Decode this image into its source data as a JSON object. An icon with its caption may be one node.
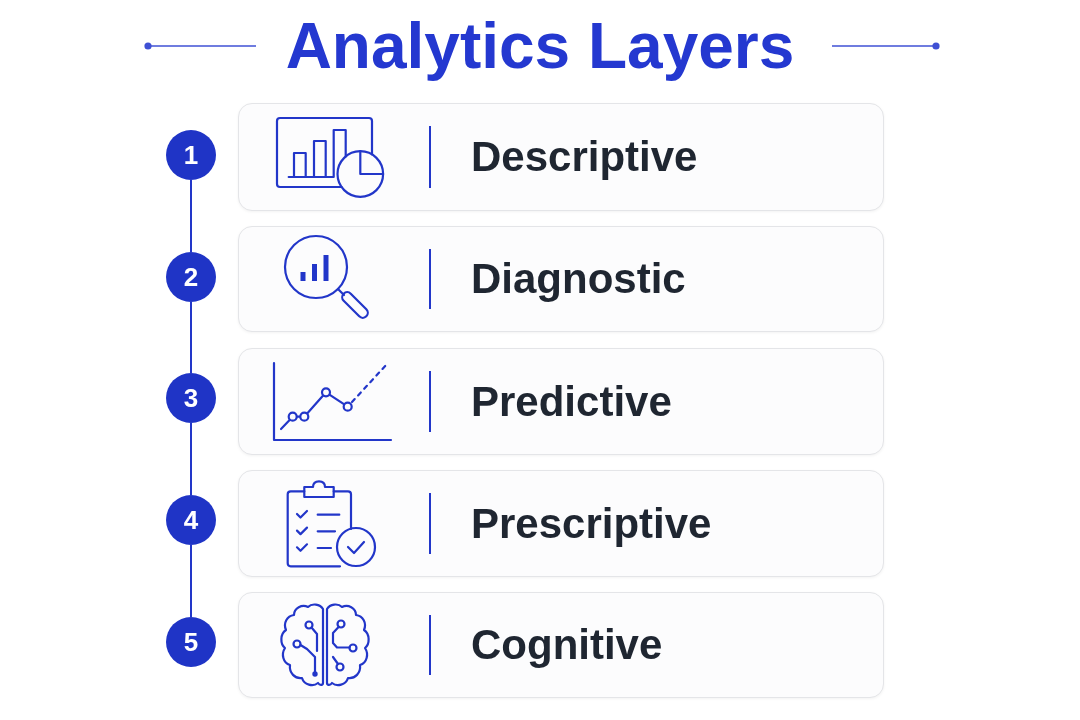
{
  "diagram": {
    "title": "Analytics Layers",
    "nodes": [
      {
        "text": [
          "1"
        ]
      },
      {
        "text": [
          "Descriptive"
        ]
      },
      {
        "text": [
          "2"
        ]
      },
      {
        "text": [
          "Diagnostic"
        ]
      },
      {
        "text": [
          "3"
        ]
      },
      {
        "text": [
          "Predictive"
        ]
      },
      {
        "text": [
          "4"
        ]
      },
      {
        "text": [
          "Prescriptive"
        ]
      },
      {
        "text": [
          "5"
        ]
      },
      {
        "text": [
          "Cognitive"
        ]
      }
    ],
    "edges": [
      {
        "from": 0,
        "to": 2,
        "arrow": "none"
      },
      {
        "from": 2,
        "to": 4,
        "arrow": "none"
      },
      {
        "from": 4,
        "to": 6,
        "arrow": "none"
      },
      {
        "from": 6,
        "to": 8,
        "arrow": "none"
      }
    ]
  }
}
